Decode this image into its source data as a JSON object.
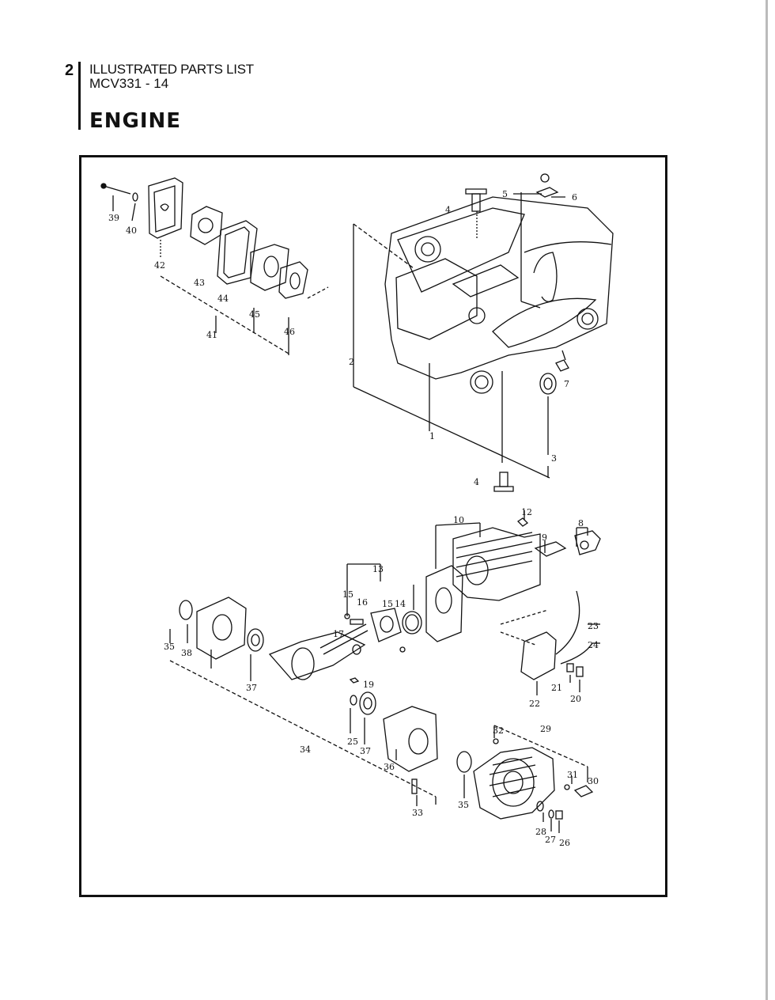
{
  "header": {
    "page_number": "2",
    "title": "ILLUSTRATED PARTS LIST",
    "model": "MCV331 - 14"
  },
  "section_title": "ENGINE",
  "diagram": {
    "labels": {
      "p1": "1",
      "p2": "2",
      "p3": "3",
      "p4a": "4",
      "p4b": "4",
      "p5": "5",
      "p6": "6",
      "p7": "7",
      "p8": "8",
      "p9": "9",
      "p10": "10",
      "p12": "12",
      "p13": "13",
      "p14": "14",
      "p15a": "15",
      "p15b": "15",
      "p16": "16",
      "p17": "17",
      "p19": "19",
      "p20": "20",
      "p21": "21",
      "p22": "22",
      "p23": "23",
      "p24": "24",
      "p25": "25",
      "p26": "26",
      "p27": "27",
      "p28": "28",
      "p29": "29",
      "p30": "30",
      "p31": "31",
      "p32": "32",
      "p33": "33",
      "p34": "34",
      "p35a": "35",
      "p35b": "35",
      "p36": "36",
      "p37a": "37",
      "p37b": "37",
      "p38": "38",
      "p39": "39",
      "p40": "40",
      "p41": "41",
      "p42": "42",
      "p43": "43",
      "p44": "44",
      "p45": "45",
      "p46": "46"
    }
  }
}
